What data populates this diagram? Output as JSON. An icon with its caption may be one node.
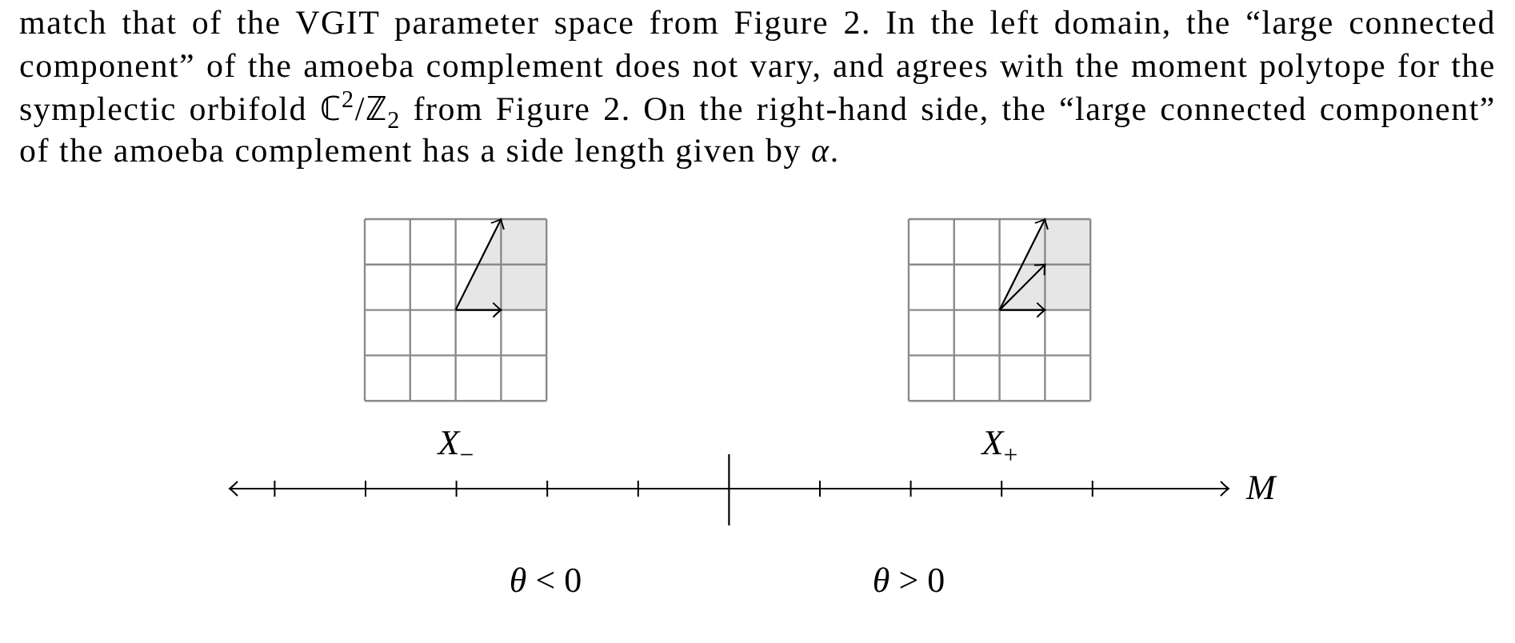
{
  "diagram": {
    "labels": [
      "match that of the VGIT parameter space from Figure 2. In the left domain, the “large connected component” of the amoeba complement does not vary, and agrees with the moment polytope for the symplectic orbifold ℂ$^{2}$/ℤ$_{2}$ from Figure 2. On the right-hand side, the “large connected component” of the amoeba complement has a side length given by *α*.",
      "*X*$_{−}$",
      "*X*$_{+}$",
      "*M*",
      "*θ* < 0",
      "*θ* > 0"
    ]
  }
}
